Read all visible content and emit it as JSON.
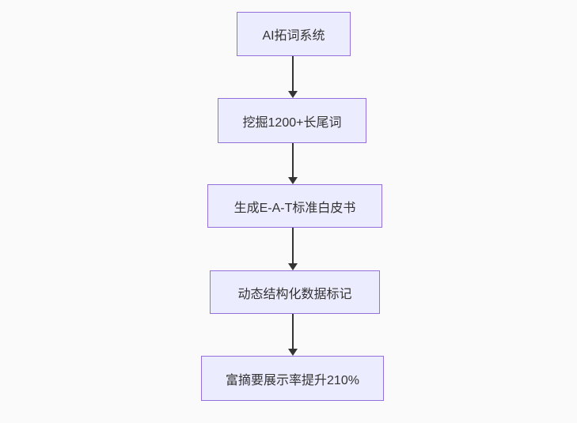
{
  "diagram": {
    "type": "flowchart",
    "direction": "top-down",
    "nodes": [
      {
        "id": "A",
        "label": "AI拓词系统"
      },
      {
        "id": "B",
        "label": "挖掘1200+长尾词"
      },
      {
        "id": "C",
        "label": "生成E-A-T标准白皮书"
      },
      {
        "id": "D",
        "label": "动态结构化数据标记"
      },
      {
        "id": "E",
        "label": "富摘要展示率提升210%"
      }
    ],
    "edges": [
      {
        "from": "A",
        "to": "B"
      },
      {
        "from": "B",
        "to": "C"
      },
      {
        "from": "C",
        "to": "D"
      },
      {
        "from": "D",
        "to": "E"
      }
    ],
    "colors": {
      "node_fill": "#ECECFF",
      "node_border": "#9370DB",
      "arrow": "#333333",
      "text": "#333333",
      "background": "#fafafa"
    }
  }
}
